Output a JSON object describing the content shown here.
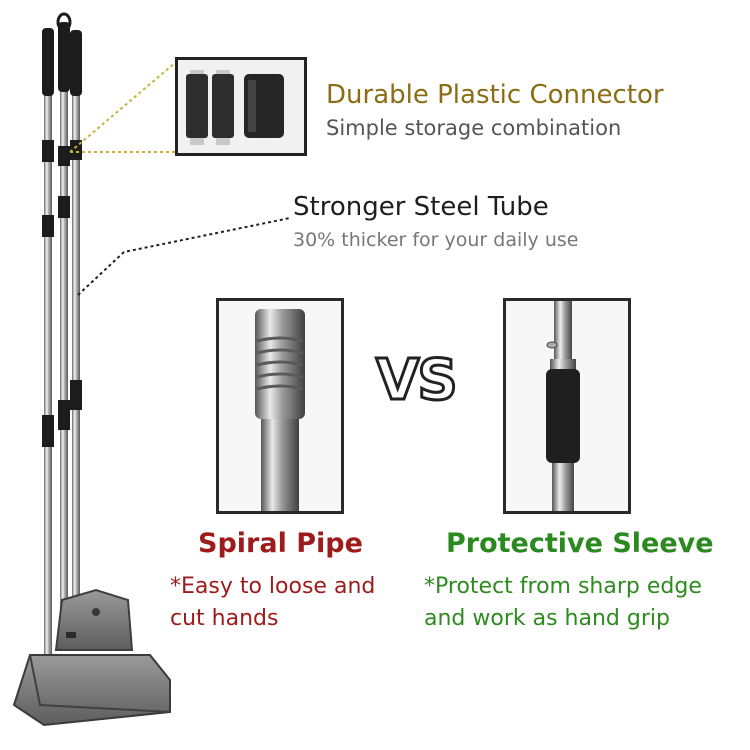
{
  "callouts": {
    "connector": {
      "title": "Durable Plastic Connector",
      "subtitle": "Simple storage combination",
      "title_color": "#8a6d14"
    },
    "tube": {
      "title": "Stronger Steel Tube",
      "subtitle": "30% thicker for your daily use"
    }
  },
  "comparison": {
    "vs_label": "VS",
    "left": {
      "title": "Spiral Pipe",
      "notes": [
        "*Easy to loose and",
        "cut hands"
      ],
      "color": "#9e1b1b"
    },
    "right": {
      "title": "Protective Sleeve",
      "notes": [
        "*Protect from sharp edge",
        "and work as hand grip"
      ],
      "color": "#2b8a1f"
    }
  },
  "product": {
    "icons": [
      "rake-handle-icon",
      "dustpan-icon",
      "plastic-connector-icon"
    ]
  }
}
